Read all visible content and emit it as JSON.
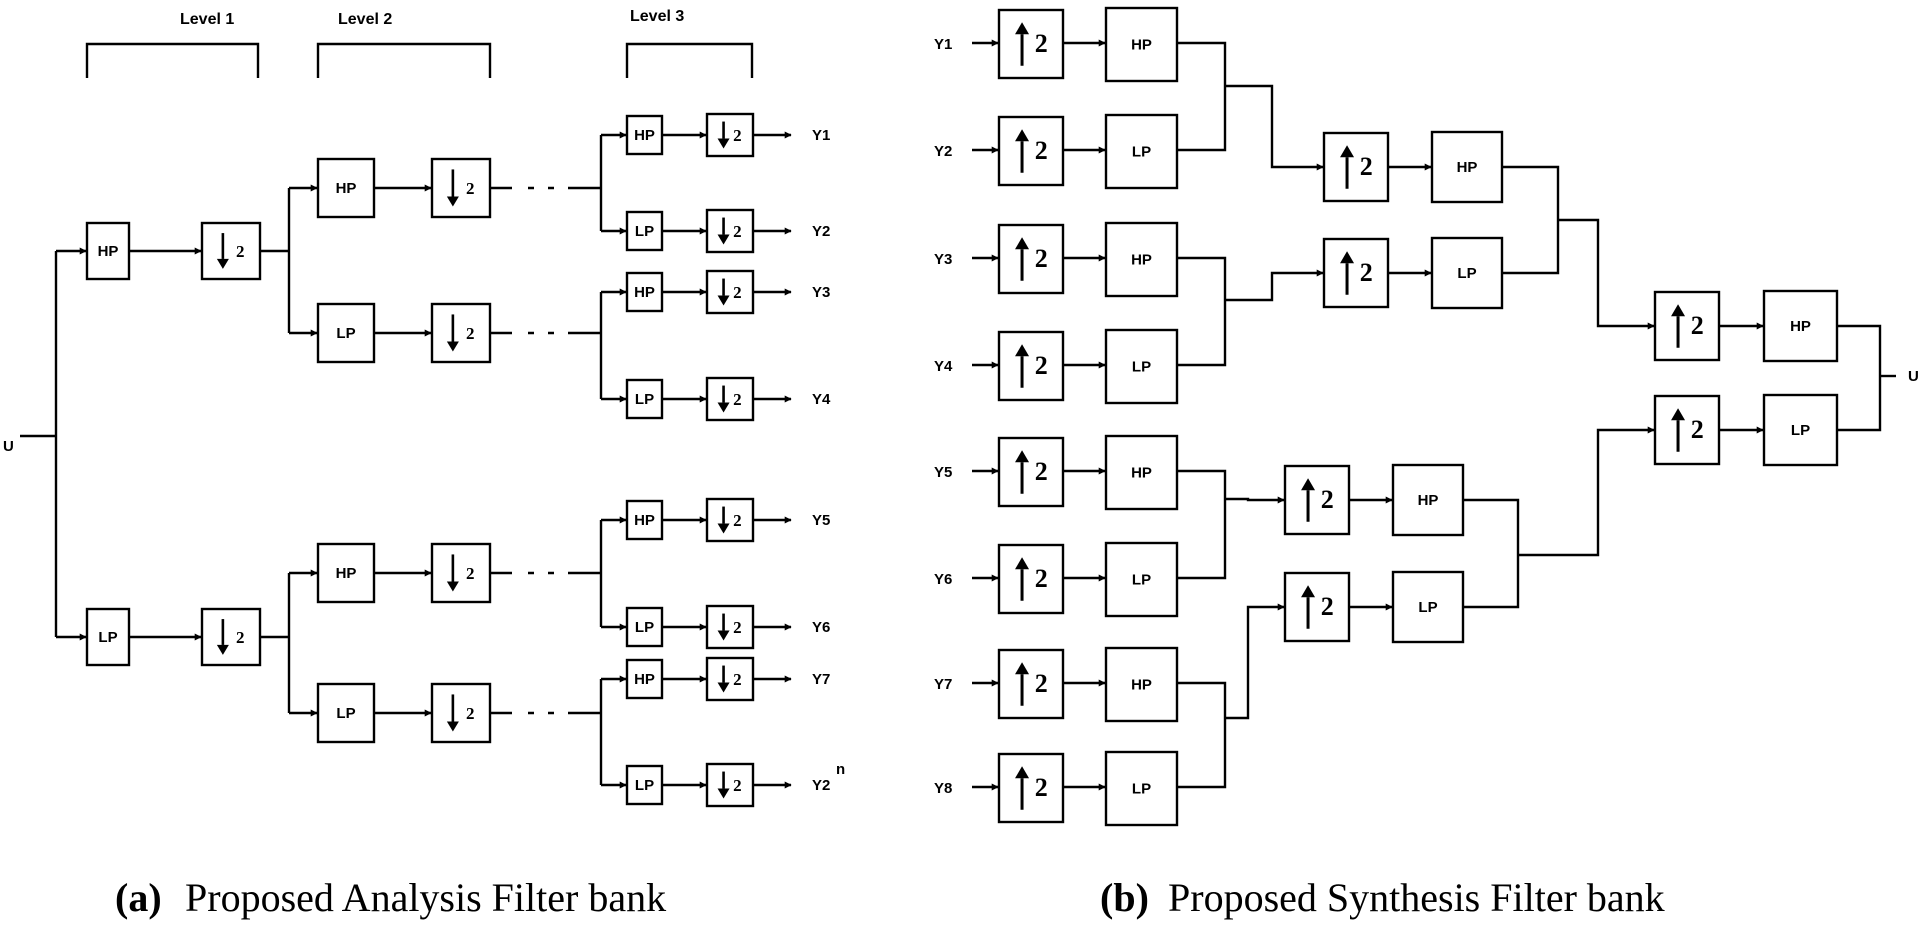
{
  "analysis": {
    "levels": [
      "Level 1",
      "Level 2",
      "Level 3"
    ],
    "input": "U",
    "hp": "HP",
    "lp": "LP",
    "down": "2",
    "outputs": [
      "Y1",
      "Y2",
      "Y3",
      "Y4",
      "Y5",
      "Y6",
      "Y7",
      "Y2"
    ],
    "last_output_sup": "n",
    "caption_label": "(a)",
    "caption_text": "Proposed Analysis Filter bank"
  },
  "synthesis": {
    "inputs": [
      "Y1",
      "Y2",
      "Y3",
      "Y4",
      "Y5",
      "Y6",
      "Y7",
      "Y8"
    ],
    "up": "2",
    "hp": "HP",
    "lp": "LP",
    "output": "U",
    "caption_label": "(b)",
    "caption_text": "Proposed Synthesis Filter bank"
  }
}
